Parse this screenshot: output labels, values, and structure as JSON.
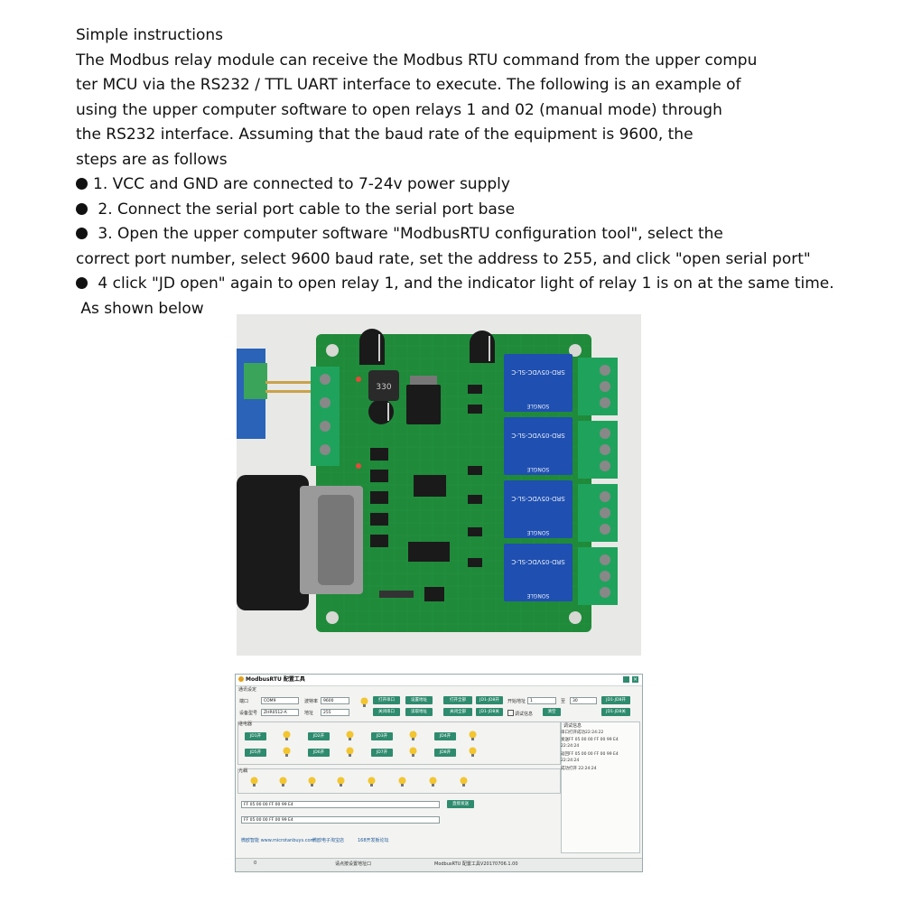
{
  "instructions": {
    "heading": "Simple instructions",
    "lines": [
      "The Modbus relay module can receive the Modbus RTU command from the upper compu",
      "ter MCU via the RS232 / TTL UART interface to execute. The following is an example of",
      "using the upper computer software to open relays 1 and 02 (manual mode) through",
      "the RS232 interface. Assuming that the baud rate of the equipment is 9600, the",
      "steps are as follows"
    ],
    "steps": [
      "1. VCC and GND are connected to 7-24v power supply",
      " 2. Connect the serial port cable to the serial port base",
      " 3. Open the upper computer software \"ModbusRTU configuration tool\", select the"
    ],
    "step3_cont": "correct port number, select 9600 baud rate, set the address to 255, and click \"open serial port\"",
    "step4": " 4 click \"JD open\" again to open relay 1, and the indicator light of relay 1 is on at the same time.",
    "as_shown": "As shown below"
  },
  "photo": {
    "relay_labels": [
      "SRD-05VDC-SL-C",
      "SRD-05VDC-SL-C",
      "SRD-05VDC-SL-C",
      "SRD-05VDC-SL-C"
    ],
    "relay_brand": "SONGLE",
    "inductor_label": "330"
  },
  "software": {
    "title": "ModbusRTU 配置工具",
    "section_serial": "通讯设定",
    "port_label": "端口",
    "port_value": "COM9",
    "baud_label": "波特率",
    "baud_value": "9600",
    "model_label": "设备型号",
    "model_value": "ZHR0512-A",
    "addr_label": "地址",
    "addr_value": "255",
    "btn_open_port": "打开串口",
    "btn_set_addr": "设置地址",
    "btn_close_port": "关闭串口",
    "btn_read_addr": "读取地址",
    "btn_open_all": "打开全部",
    "btn_close_all": "关闭全部",
    "btn_jd_open_range": "JD1-JD8开",
    "btn_jd_close_range": "JD1-JD8关",
    "start_addr_label": "开始地址",
    "start_addr_value": "1",
    "to_label": "至",
    "to_value": "30",
    "btn_range_open": "JD1-JD8开",
    "btn_range_close": "JD1-JD8关",
    "debug_check": "调试信息",
    "btn_clear": "清空",
    "section_relay": "继电器",
    "relay_buttons": [
      "JD1开",
      "JD2开",
      "JD3开",
      "JD4开",
      "JD5开",
      "JD6开",
      "JD7开",
      "JD8开"
    ],
    "section_optocoupler": "光耦",
    "debug_title": "调试信息",
    "log_lines": [
      "串口打开成功22:24:22",
      "发送FF 05 00 00 FF 00 99 E4",
      "22:24:24",
      "返回FF 05 00 00 FF 00 99 E4",
      "22:24:24",
      "成功打开 22:24:24"
    ],
    "send_value": "FF 05 00 00 FF 00 99 E4",
    "btn_send": "直接发送",
    "recv_value": "FF 05 00 00 FF 00 99 E4",
    "link1": "微欧智能 www.microtanbuys.com",
    "link2": "微欧电子淘宝店",
    "link3": "168开发板论坛",
    "status_left": "0",
    "status_mid": "请点按设置地址口",
    "status_right": "ModbusRTU 配置工具V20170706.1.00"
  },
  "colors": {
    "pcb": "#1e8a3a",
    "terminal": "#1aa05a",
    "relay": "#1f4fb0",
    "software_button": "#2e8b6e",
    "bulb": "#f2c531"
  }
}
